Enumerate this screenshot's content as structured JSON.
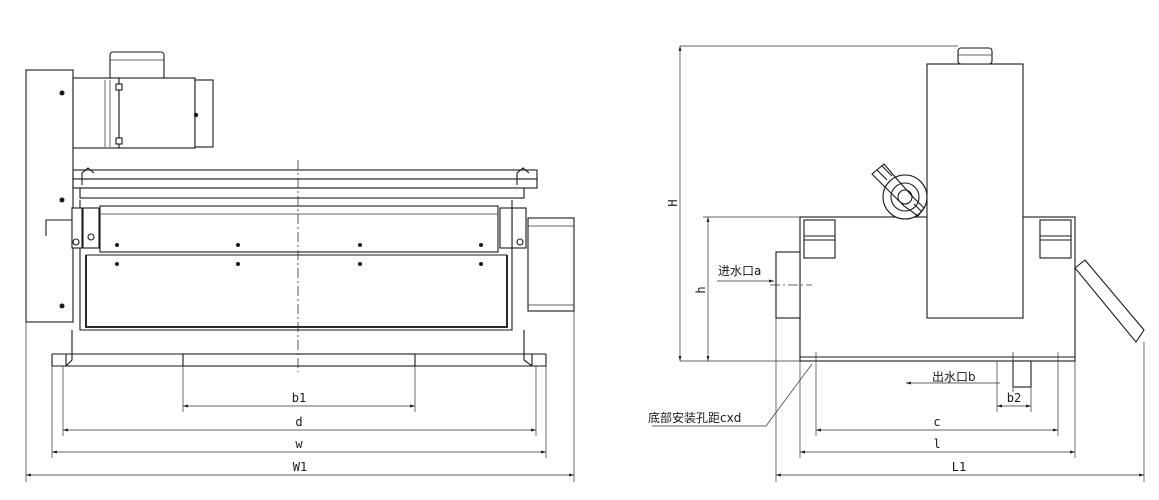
{
  "front_view": {
    "dimensions": {
      "b1": "b1",
      "d": "d",
      "w": "w",
      "W1": "W1"
    }
  },
  "side_view": {
    "dimensions": {
      "H": "H",
      "h": "h",
      "c": "c",
      "l": "l",
      "L1": "L1",
      "b2": "b2"
    },
    "callouts": {
      "inlet": "进水口a",
      "outlet": "出水口b",
      "mount_holes": "底部安装孔距cxd"
    }
  },
  "colors": {
    "line": "#1a1a1a",
    "background": "#ffffff"
  }
}
